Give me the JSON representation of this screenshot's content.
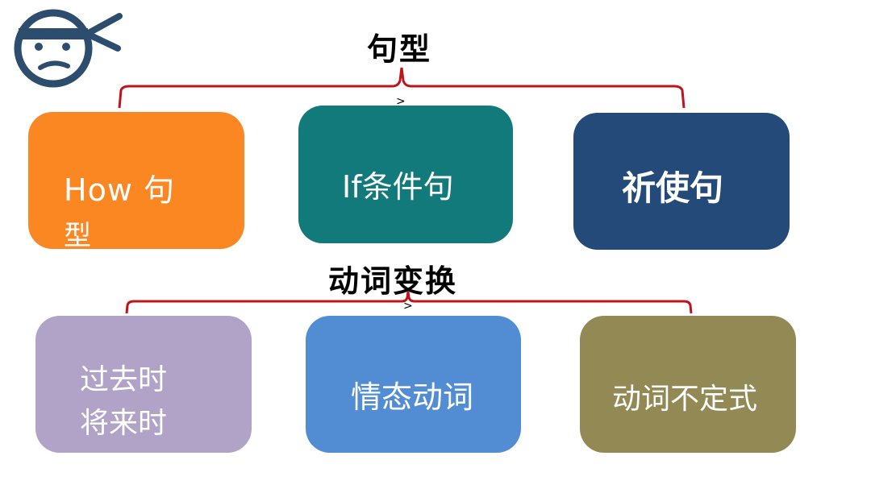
{
  "headings": {
    "sentence_types": "句型",
    "verb_transform": "动词变换"
  },
  "arrows": {
    "top": ">",
    "bottom": ">"
  },
  "boxes": {
    "how": {
      "line1": "How 句",
      "line2": "型",
      "color": "#fa8721"
    },
    "if": {
      "line1": "If条件句",
      "color": "#127a7a"
    },
    "imperative": {
      "line1": "祈使句",
      "color": "#234a78"
    },
    "tense": {
      "line1": "过去时",
      "line2": "将来时",
      "color": "#b1a2c7"
    },
    "modal": {
      "line1": "情态动词",
      "color": "#528dd4"
    },
    "infinitive": {
      "line1": "动词不定式",
      "color": "#938955"
    }
  },
  "colors": {
    "bracket": "#c0141c",
    "logo": "#2d4d6f"
  },
  "icons": {
    "logo": "ninja-face-icon"
  }
}
